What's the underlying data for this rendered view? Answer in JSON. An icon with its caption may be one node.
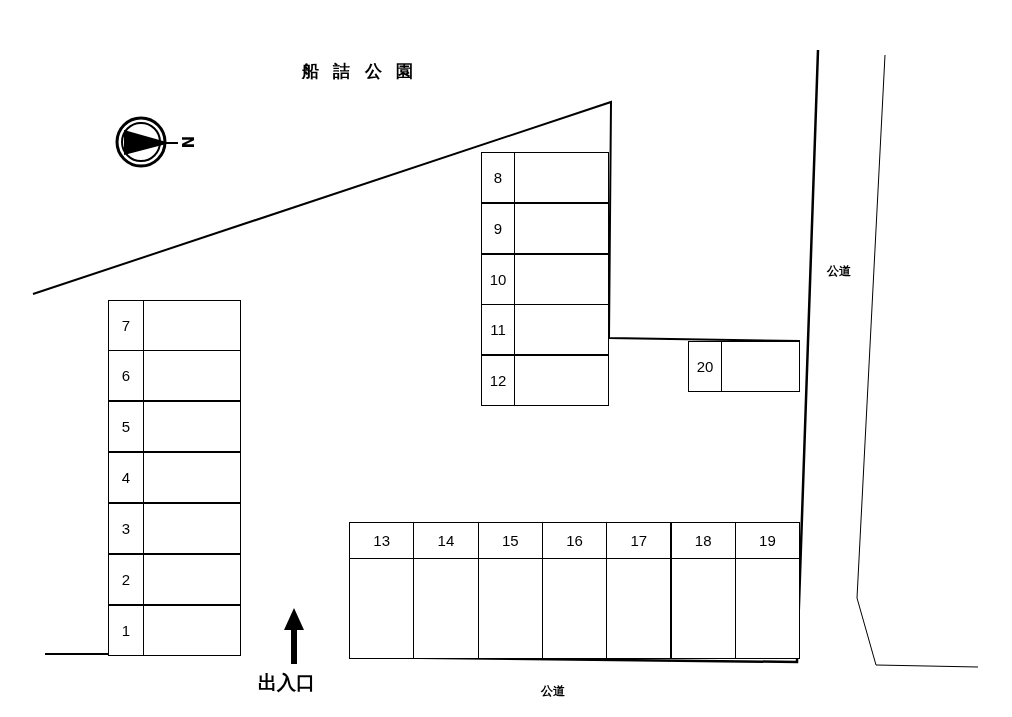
{
  "diagram": {
    "nodes": [
      {
        "text": [
          "1"
        ]
      },
      {
        "text": [
          "2"
        ]
      },
      {
        "text": [
          "3"
        ]
      },
      {
        "text": [
          "4"
        ]
      },
      {
        "text": [
          "5"
        ]
      },
      {
        "text": [
          "6"
        ]
      },
      {
        "text": [
          "7"
        ]
      },
      {
        "text": [
          "8"
        ]
      },
      {
        "text": [
          "9"
        ]
      },
      {
        "text": [
          "10"
        ]
      },
      {
        "text": [
          "11"
        ]
      },
      {
        "text": [
          "12"
        ]
      },
      {
        "text": [
          "13"
        ]
      },
      {
        "text": [
          "14"
        ]
      },
      {
        "text": [
          "15"
        ]
      },
      {
        "text": [
          "16"
        ]
      },
      {
        "text": [
          "17"
        ]
      },
      {
        "text": [
          "18"
        ]
      },
      {
        "text": [
          "19"
        ]
      },
      {
        "text": [
          "20"
        ]
      }
    ],
    "labels": [
      "船詰公園",
      "N",
      "公道",
      "出入口",
      "公道"
    ]
  }
}
